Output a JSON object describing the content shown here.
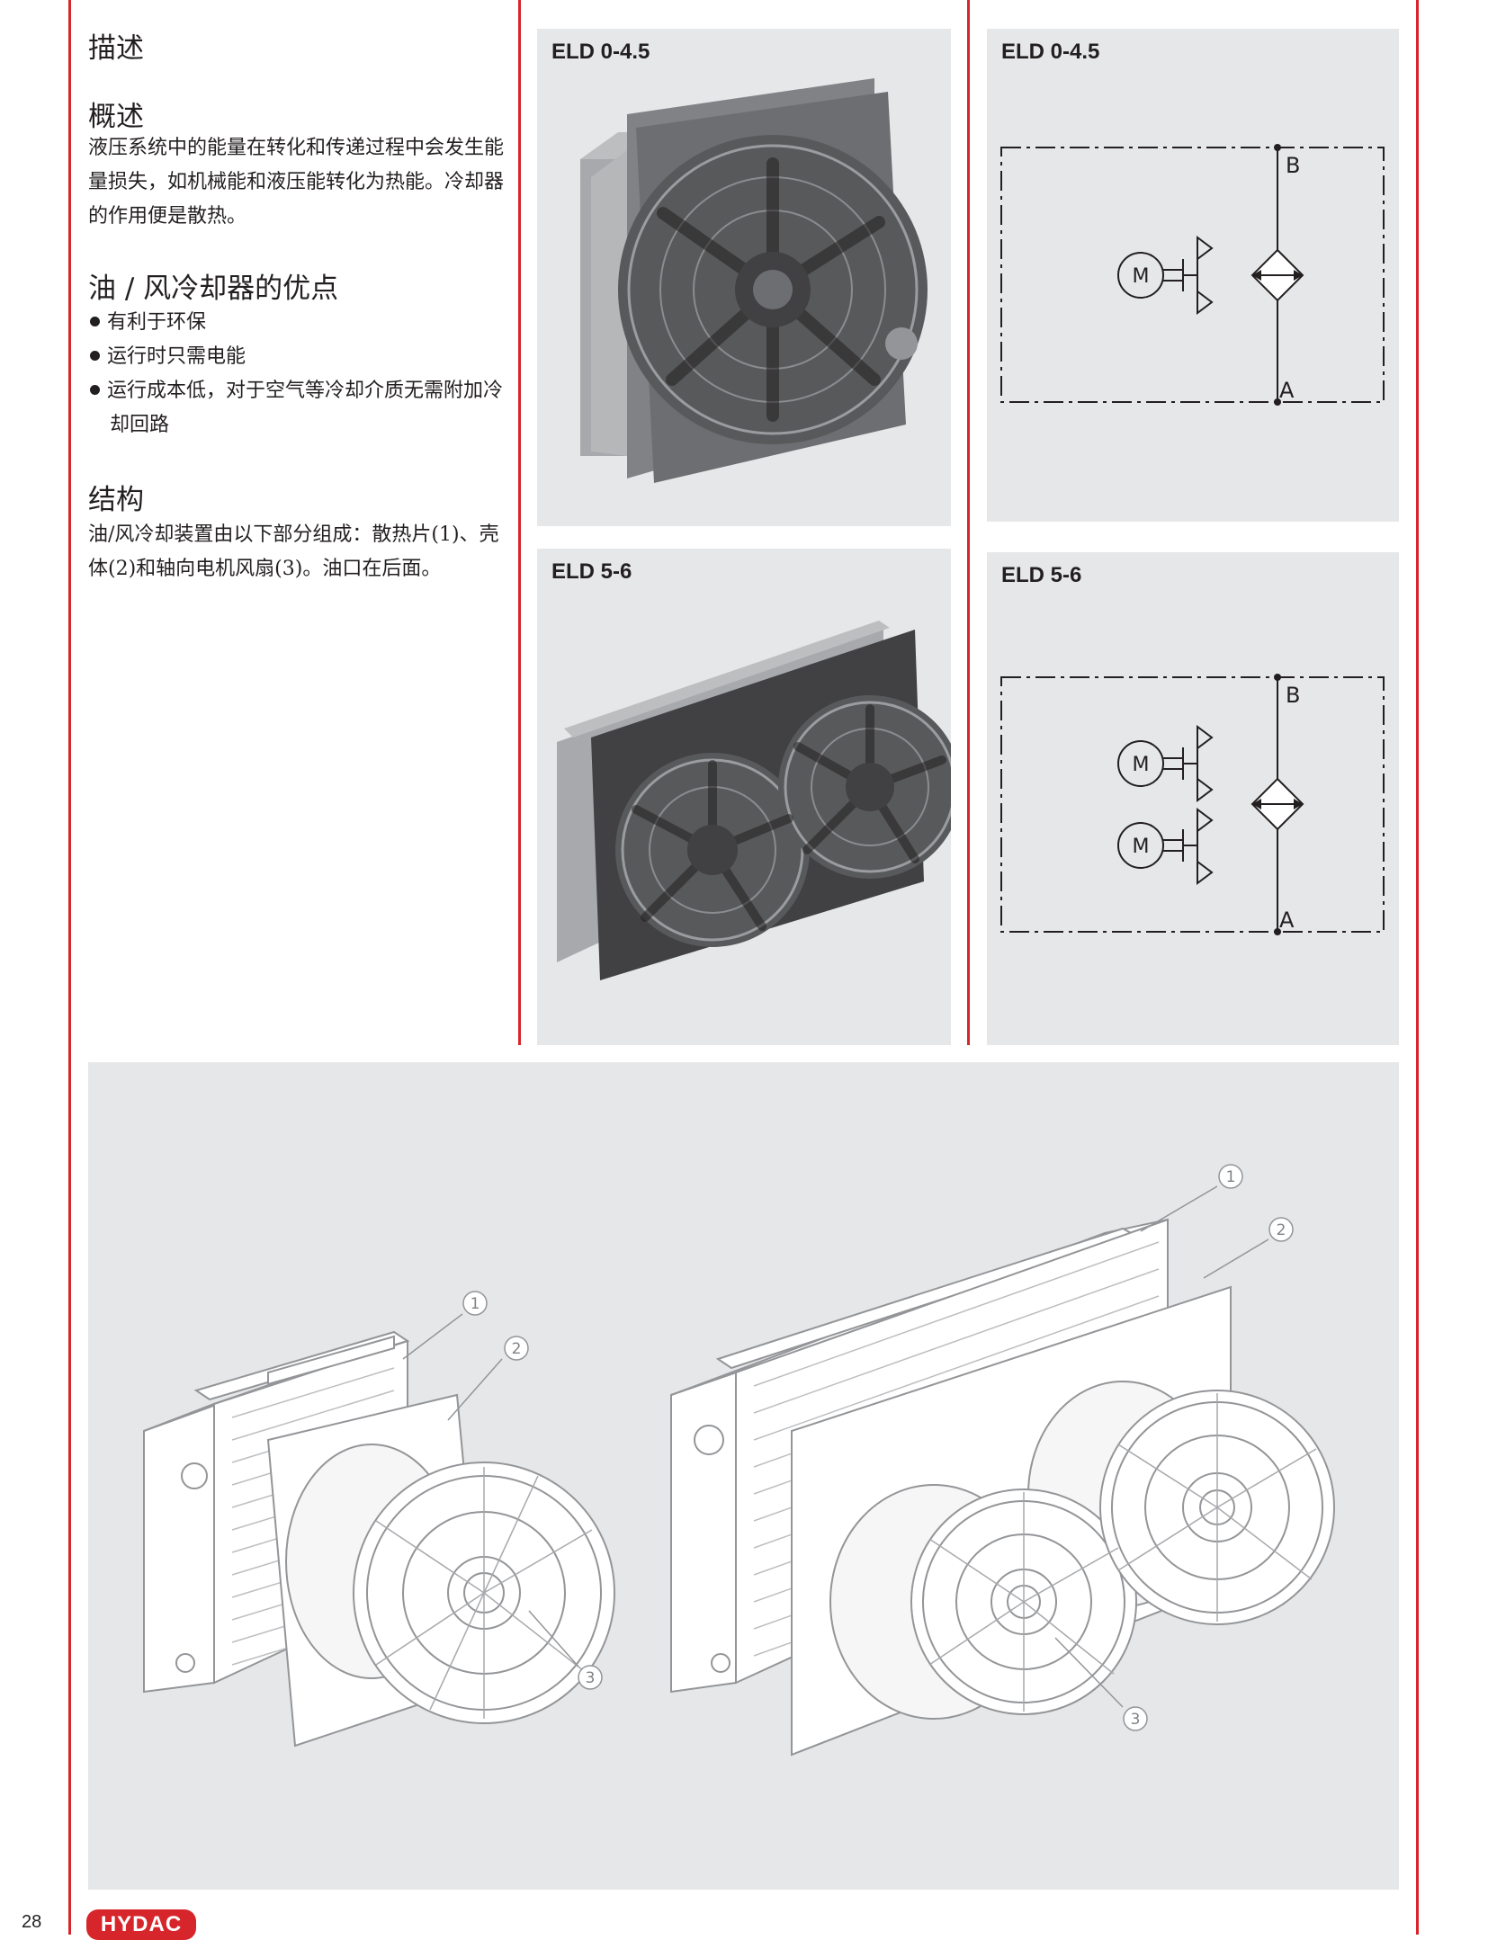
{
  "description": {
    "heading": "描述",
    "overview_heading": "概述",
    "overview_text": "液压系统中的能量在转化和传递过程中会发生能量损失，如机械能和液压能转化为热能。冷却器的作用便是散热。",
    "advantages_heading": "油 / 风冷却器的优点",
    "advantages": [
      "有利于环保",
      "运行时只需电能",
      "运行成本低，对于空气等冷却介质无需附加冷却回路"
    ],
    "structure_heading": "结构",
    "structure_text": "油/风冷却装置由以下部分组成：散热片(1)、壳体(2)和轴向电机风扇(3)。油口在后面。"
  },
  "photos": {
    "top_title": "ELD 0-4.5",
    "bottom_title": "ELD 5-6"
  },
  "schematics": {
    "top_title": "ELD 0-4.5",
    "bottom_title": "ELD 5-6",
    "port_b": "B",
    "port_a": "A",
    "motor_label": "M"
  },
  "exploded": {
    "callouts": [
      "1",
      "2",
      "3"
    ]
  },
  "footer": {
    "page_number": "28",
    "brand": "HYDAC"
  },
  "colors": {
    "accent_red": "#d7262b",
    "panel_gray": "#e6e7e8"
  }
}
